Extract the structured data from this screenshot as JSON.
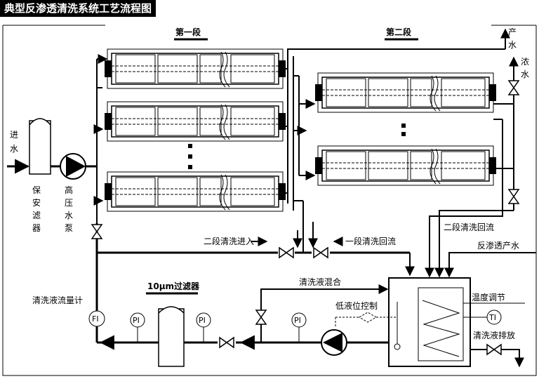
{
  "title": "典型反渗透清洗系统工艺流程图",
  "stage1": "第一段",
  "stage2": "第二段",
  "inlet_water": [
    "进",
    "水"
  ],
  "security_filter": [
    "保",
    "安",
    "滤",
    "器"
  ],
  "hp_pump": [
    "高",
    "压",
    "水",
    "泵"
  ],
  "product_water": [
    "产",
    "水"
  ],
  "concentrate": [
    "浓",
    "水"
  ],
  "stage2_clean_in": "二段清洗进入",
  "stage1_clean_return": "一段清洗回流",
  "stage2_clean_return": "二段清洗回流",
  "ro_permeate": "反渗透产水",
  "clean_mix": "清洗液混合",
  "filter_10um": "10μm过滤器",
  "flow_meter": "清洗液流量计",
  "low_level": "低液位控制",
  "temp_control": "温度调节",
  "drain": "清洗液排放",
  "instr": {
    "fi": "FI",
    "pi": "PI",
    "ti": "TI"
  }
}
